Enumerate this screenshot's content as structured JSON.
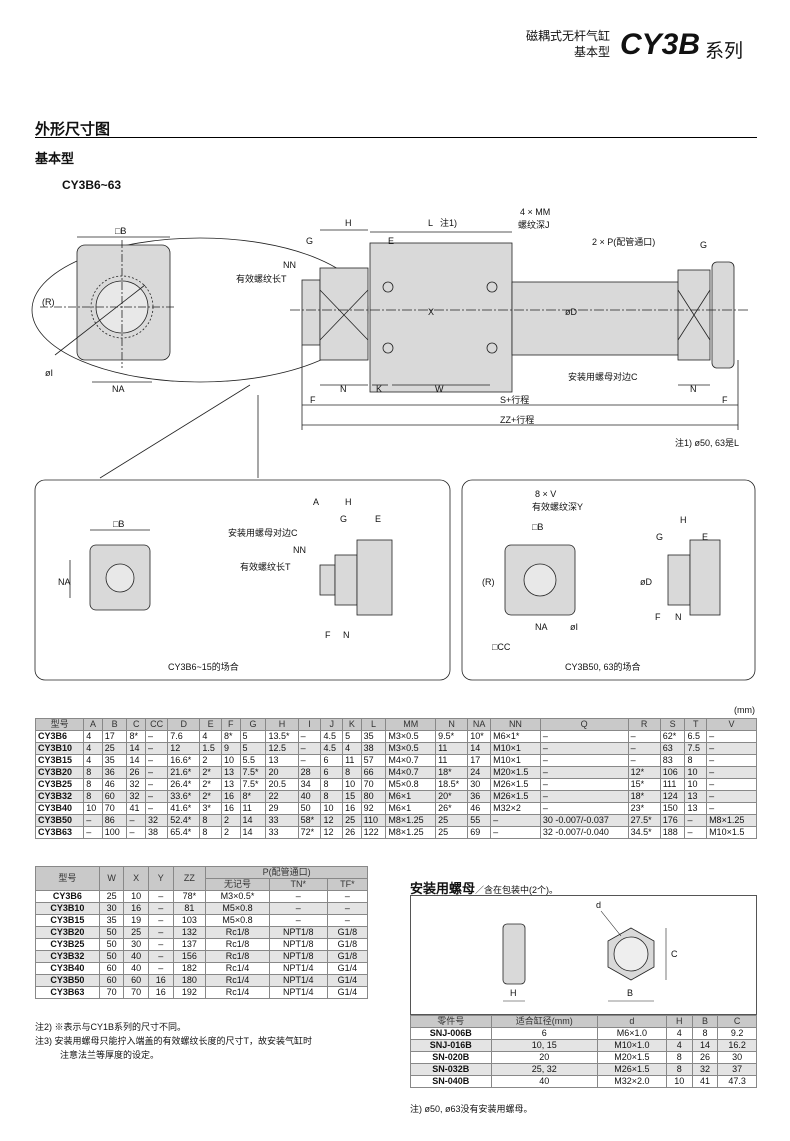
{
  "header": {
    "line1": "磁耦式无杆气缸",
    "line2": "基本型",
    "series": "CY3B",
    "suffix": "系列"
  },
  "section": {
    "title": "外形尺寸图",
    "subtitle": "基本型",
    "model_range": "CY3B6~63"
  },
  "drawing": {
    "labels": {
      "B": "□B",
      "R": "(R)",
      "I": "øI",
      "NA": "NA",
      "NN": "NN",
      "T": "有效螺纹长T",
      "G": "G",
      "H": "H",
      "E": "E",
      "L": "L",
      "L_note": "注1)",
      "MM": "4 × MM",
      "J": "螺纹深J",
      "P": "2 × P(配管通口)",
      "X": "X",
      "D": "øD",
      "N": "N",
      "K": "K",
      "W": "W",
      "C": "安装用螺母对边C",
      "F": "F",
      "S": "S+行程",
      "ZZ": "ZZ+行程"
    },
    "note1": "注1) ø50, 63是L",
    "detail_left": {
      "caption": "CY3B6~15的场合",
      "B": "□B",
      "NA": "NA",
      "C": "安装用螺母对边C",
      "NN": "NN",
      "T": "有效螺纹长T",
      "A": "A",
      "H": "H",
      "G": "G",
      "E": "E",
      "F": "F",
      "N": "N"
    },
    "detail_right": {
      "caption": "CY3B50, 63的场合",
      "V": "8 × V",
      "Y": "有效螺纹深Y",
      "B": "□B",
      "R": "(R)",
      "NA": "NA",
      "I": "øI",
      "CC": "□CC",
      "H": "H",
      "G": "G",
      "E": "E",
      "D": "øD",
      "F": "F",
      "N": "N"
    }
  },
  "table1": {
    "unit": "(mm)",
    "headers": [
      "型号",
      "A",
      "B",
      "C",
      "CC",
      "D",
      "E",
      "F",
      "G",
      "H",
      "I",
      "J",
      "K",
      "L",
      "MM",
      "N",
      "NA",
      "NN",
      "Q",
      "R",
      "S",
      "T",
      "V"
    ],
    "rows": [
      [
        "CY3B6",
        "4",
        "17",
        "8*",
        "–",
        "7.6",
        "4",
        "8*",
        "5",
        "13.5*",
        "–",
        "4.5",
        "5",
        "35",
        "M3×0.5",
        "9.5*",
        "10*",
        "M6×1*",
        "–",
        "–",
        "62*",
        "6.5",
        "–"
      ],
      [
        "CY3B10",
        "4",
        "25",
        "14",
        "–",
        "12",
        "1.5",
        "9",
        "5",
        "12.5",
        "–",
        "4.5",
        "4",
        "38",
        "M3×0.5",
        "11",
        "14",
        "M10×1",
        "–",
        "–",
        "63",
        "7.5",
        "–"
      ],
      [
        "CY3B15",
        "4",
        "35",
        "14",
        "–",
        "16.6*",
        "2",
        "10",
        "5.5",
        "13",
        "–",
        "6",
        "11",
        "57",
        "M4×0.7",
        "11",
        "17",
        "M10×1",
        "–",
        "–",
        "83",
        "8",
        "–"
      ],
      [
        "CY3B20",
        "8",
        "36",
        "26",
        "–",
        "21.6*",
        "2*",
        "13",
        "7.5*",
        "20",
        "28",
        "6",
        "8",
        "66",
        "M4×0.7",
        "18*",
        "24",
        "M20×1.5",
        "–",
        "12*",
        "106",
        "10",
        "–"
      ],
      [
        "CY3B25",
        "8",
        "46",
        "32",
        "–",
        "26.4*",
        "2*",
        "13",
        "7.5*",
        "20.5",
        "34",
        "8",
        "10",
        "70",
        "M5×0.8",
        "18.5*",
        "30",
        "M26×1.5",
        "–",
        "15*",
        "111",
        "10",
        "–"
      ],
      [
        "CY3B32",
        "8",
        "60",
        "32",
        "–",
        "33.6*",
        "2*",
        "16",
        "8*",
        "22",
        "40",
        "8",
        "15",
        "80",
        "M6×1",
        "20*",
        "36",
        "M26×1.5",
        "–",
        "18*",
        "124",
        "13",
        "–"
      ],
      [
        "CY3B40",
        "10",
        "70",
        "41",
        "–",
        "41.6*",
        "3*",
        "16",
        "11",
        "29",
        "50",
        "10",
        "16",
        "92",
        "M6×1",
        "26*",
        "46",
        "M32×2",
        "–",
        "23*",
        "150",
        "13",
        "–"
      ],
      [
        "CY3B50",
        "–",
        "86",
        "–",
        "32",
        "52.4*",
        "8",
        "2",
        "14",
        "33",
        "58*",
        "12",
        "25",
        "110",
        "M8×1.25",
        "25",
        "55",
        "–",
        "30 -0.007/-0.037",
        "27.5*",
        "176",
        "–",
        "M8×1.25"
      ],
      [
        "CY3B63",
        "–",
        "100",
        "–",
        "38",
        "65.4*",
        "8",
        "2",
        "14",
        "33",
        "72*",
        "12",
        "26",
        "122",
        "M8×1.25",
        "25",
        "69",
        "–",
        "32 -0.007/-0.040",
        "34.5*",
        "188",
        "–",
        "M10×1.5"
      ]
    ]
  },
  "table2": {
    "headers": [
      "型号",
      "W",
      "X",
      "Y",
      "ZZ"
    ],
    "p_header": "P(配管通口)",
    "p_sub": [
      "无记号",
      "TN*",
      "TF*"
    ],
    "rows": [
      [
        "CY3B6",
        "25",
        "10",
        "–",
        "78*",
        "M3×0.5*",
        "–",
        "–"
      ],
      [
        "CY3B10",
        "30",
        "16",
        "–",
        "81",
        "M5×0.8",
        "–",
        "–"
      ],
      [
        "CY3B15",
        "35",
        "19",
        "–",
        "103",
        "M5×0.8",
        "–",
        "–"
      ],
      [
        "CY3B20",
        "50",
        "25",
        "–",
        "132",
        "Rc1/8",
        "NPT1/8",
        "G1/8"
      ],
      [
        "CY3B25",
        "50",
        "30",
        "–",
        "137",
        "Rc1/8",
        "NPT1/8",
        "G1/8"
      ],
      [
        "CY3B32",
        "50",
        "40",
        "–",
        "156",
        "Rc1/8",
        "NPT1/8",
        "G1/8"
      ],
      [
        "CY3B40",
        "60",
        "40",
        "–",
        "182",
        "Rc1/4",
        "NPT1/4",
        "G1/4"
      ],
      [
        "CY3B50",
        "60",
        "60",
        "16",
        "180",
        "Rc1/4",
        "NPT1/4",
        "G1/4"
      ],
      [
        "CY3B63",
        "70",
        "70",
        "16",
        "192",
        "Rc1/4",
        "NPT1/4",
        "G1/4"
      ]
    ]
  },
  "notes": {
    "n2": "注2) ※表示与CY1B系列的尺寸不同。",
    "n3": "注3) 安装用螺母只能拧入端盖的有效螺纹长度的尺寸T，故安装气缸时",
    "n3b": "注意法兰等厚度的设定。"
  },
  "nut": {
    "title": "安装用螺母",
    "title_sub": "／含在包装中(2个)。",
    "labels": {
      "d": "d",
      "H": "H",
      "B": "B",
      "C": "C"
    },
    "headers": [
      "零件号",
      "适合缸径(mm)",
      "d",
      "H",
      "B",
      "C"
    ],
    "rows": [
      [
        "SNJ-006B",
        "6",
        "M6×1.0",
        "4",
        "8",
        "9.2"
      ],
      [
        "SNJ-016B",
        "10, 15",
        "M10×1.0",
        "4",
        "14",
        "16.2"
      ],
      [
        "SN-020B",
        "20",
        "M20×1.5",
        "8",
        "26",
        "30"
      ],
      [
        "SN-032B",
        "25, 32",
        "M26×1.5",
        "8",
        "32",
        "37"
      ],
      [
        "SN-040B",
        "40",
        "M32×2.0",
        "10",
        "41",
        "47.3"
      ]
    ],
    "note": "注) ø50, ø63没有安装用螺母。"
  }
}
